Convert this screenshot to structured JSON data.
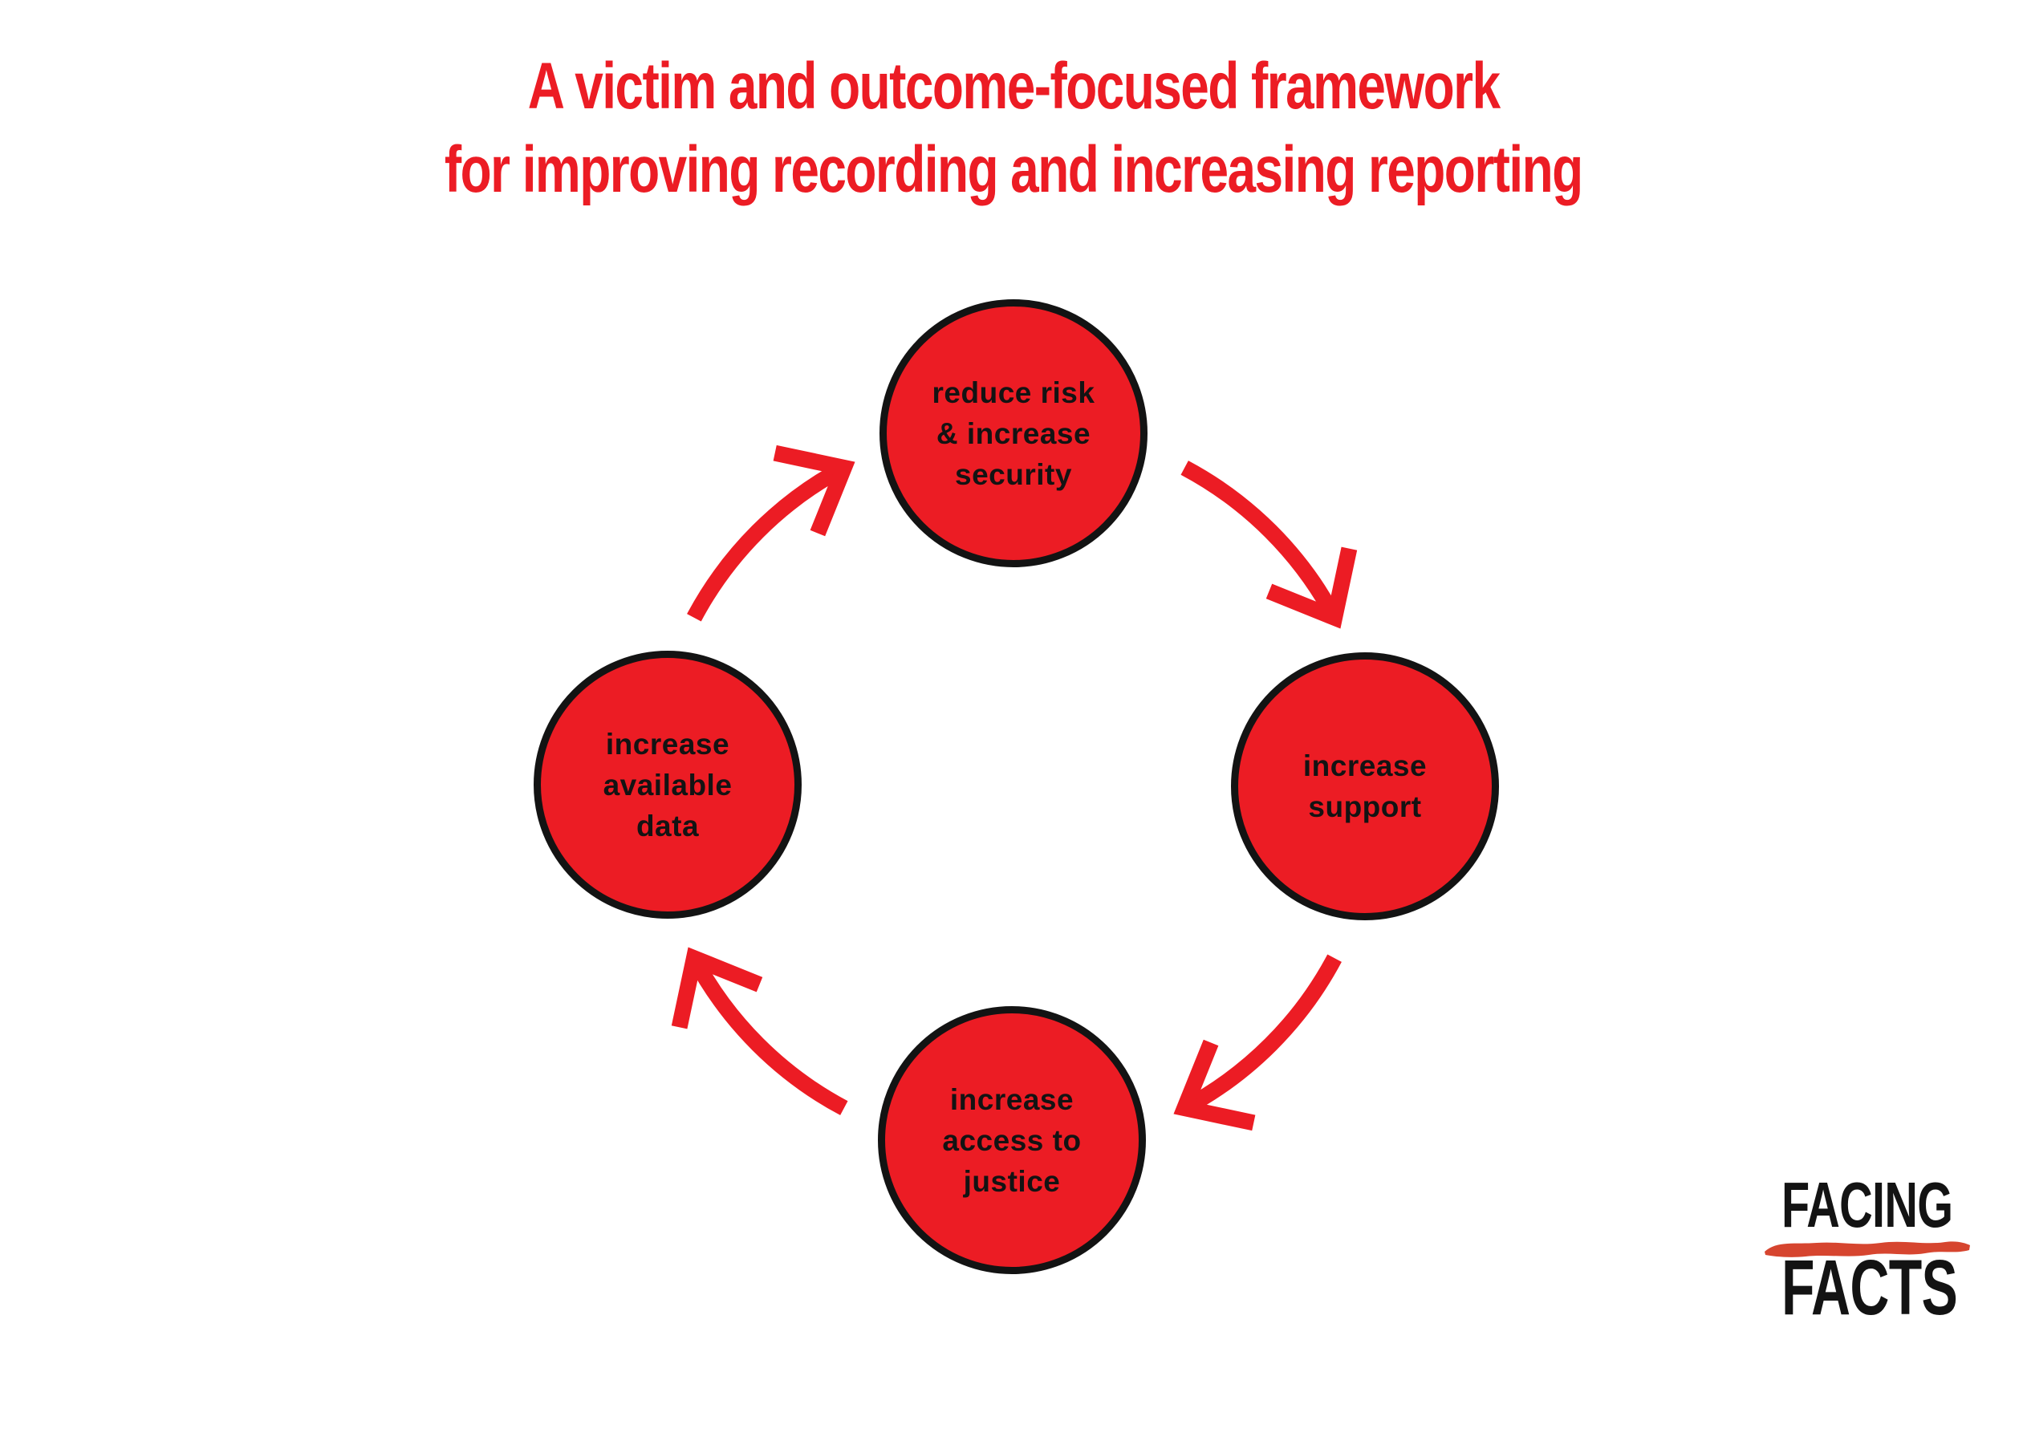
{
  "title": {
    "line1": "A victim and outcome-focused framework",
    "line2": "for improving recording and increasing reporting"
  },
  "cycle": {
    "top": {
      "lines": [
        "reduce risk",
        "& increase",
        "security"
      ]
    },
    "right": {
      "lines": [
        "increase",
        "support"
      ]
    },
    "bottom": {
      "lines": [
        "increase",
        "access to",
        "justice"
      ]
    },
    "left": {
      "lines": [
        "increase",
        "available",
        "data"
      ]
    }
  },
  "logo": {
    "line1": "FACING",
    "line2": "FACTS"
  },
  "colors": {
    "red": "#ec1c24",
    "brush_red": "#d6452f",
    "ink": "#131313",
    "background": "#ffffff"
  }
}
